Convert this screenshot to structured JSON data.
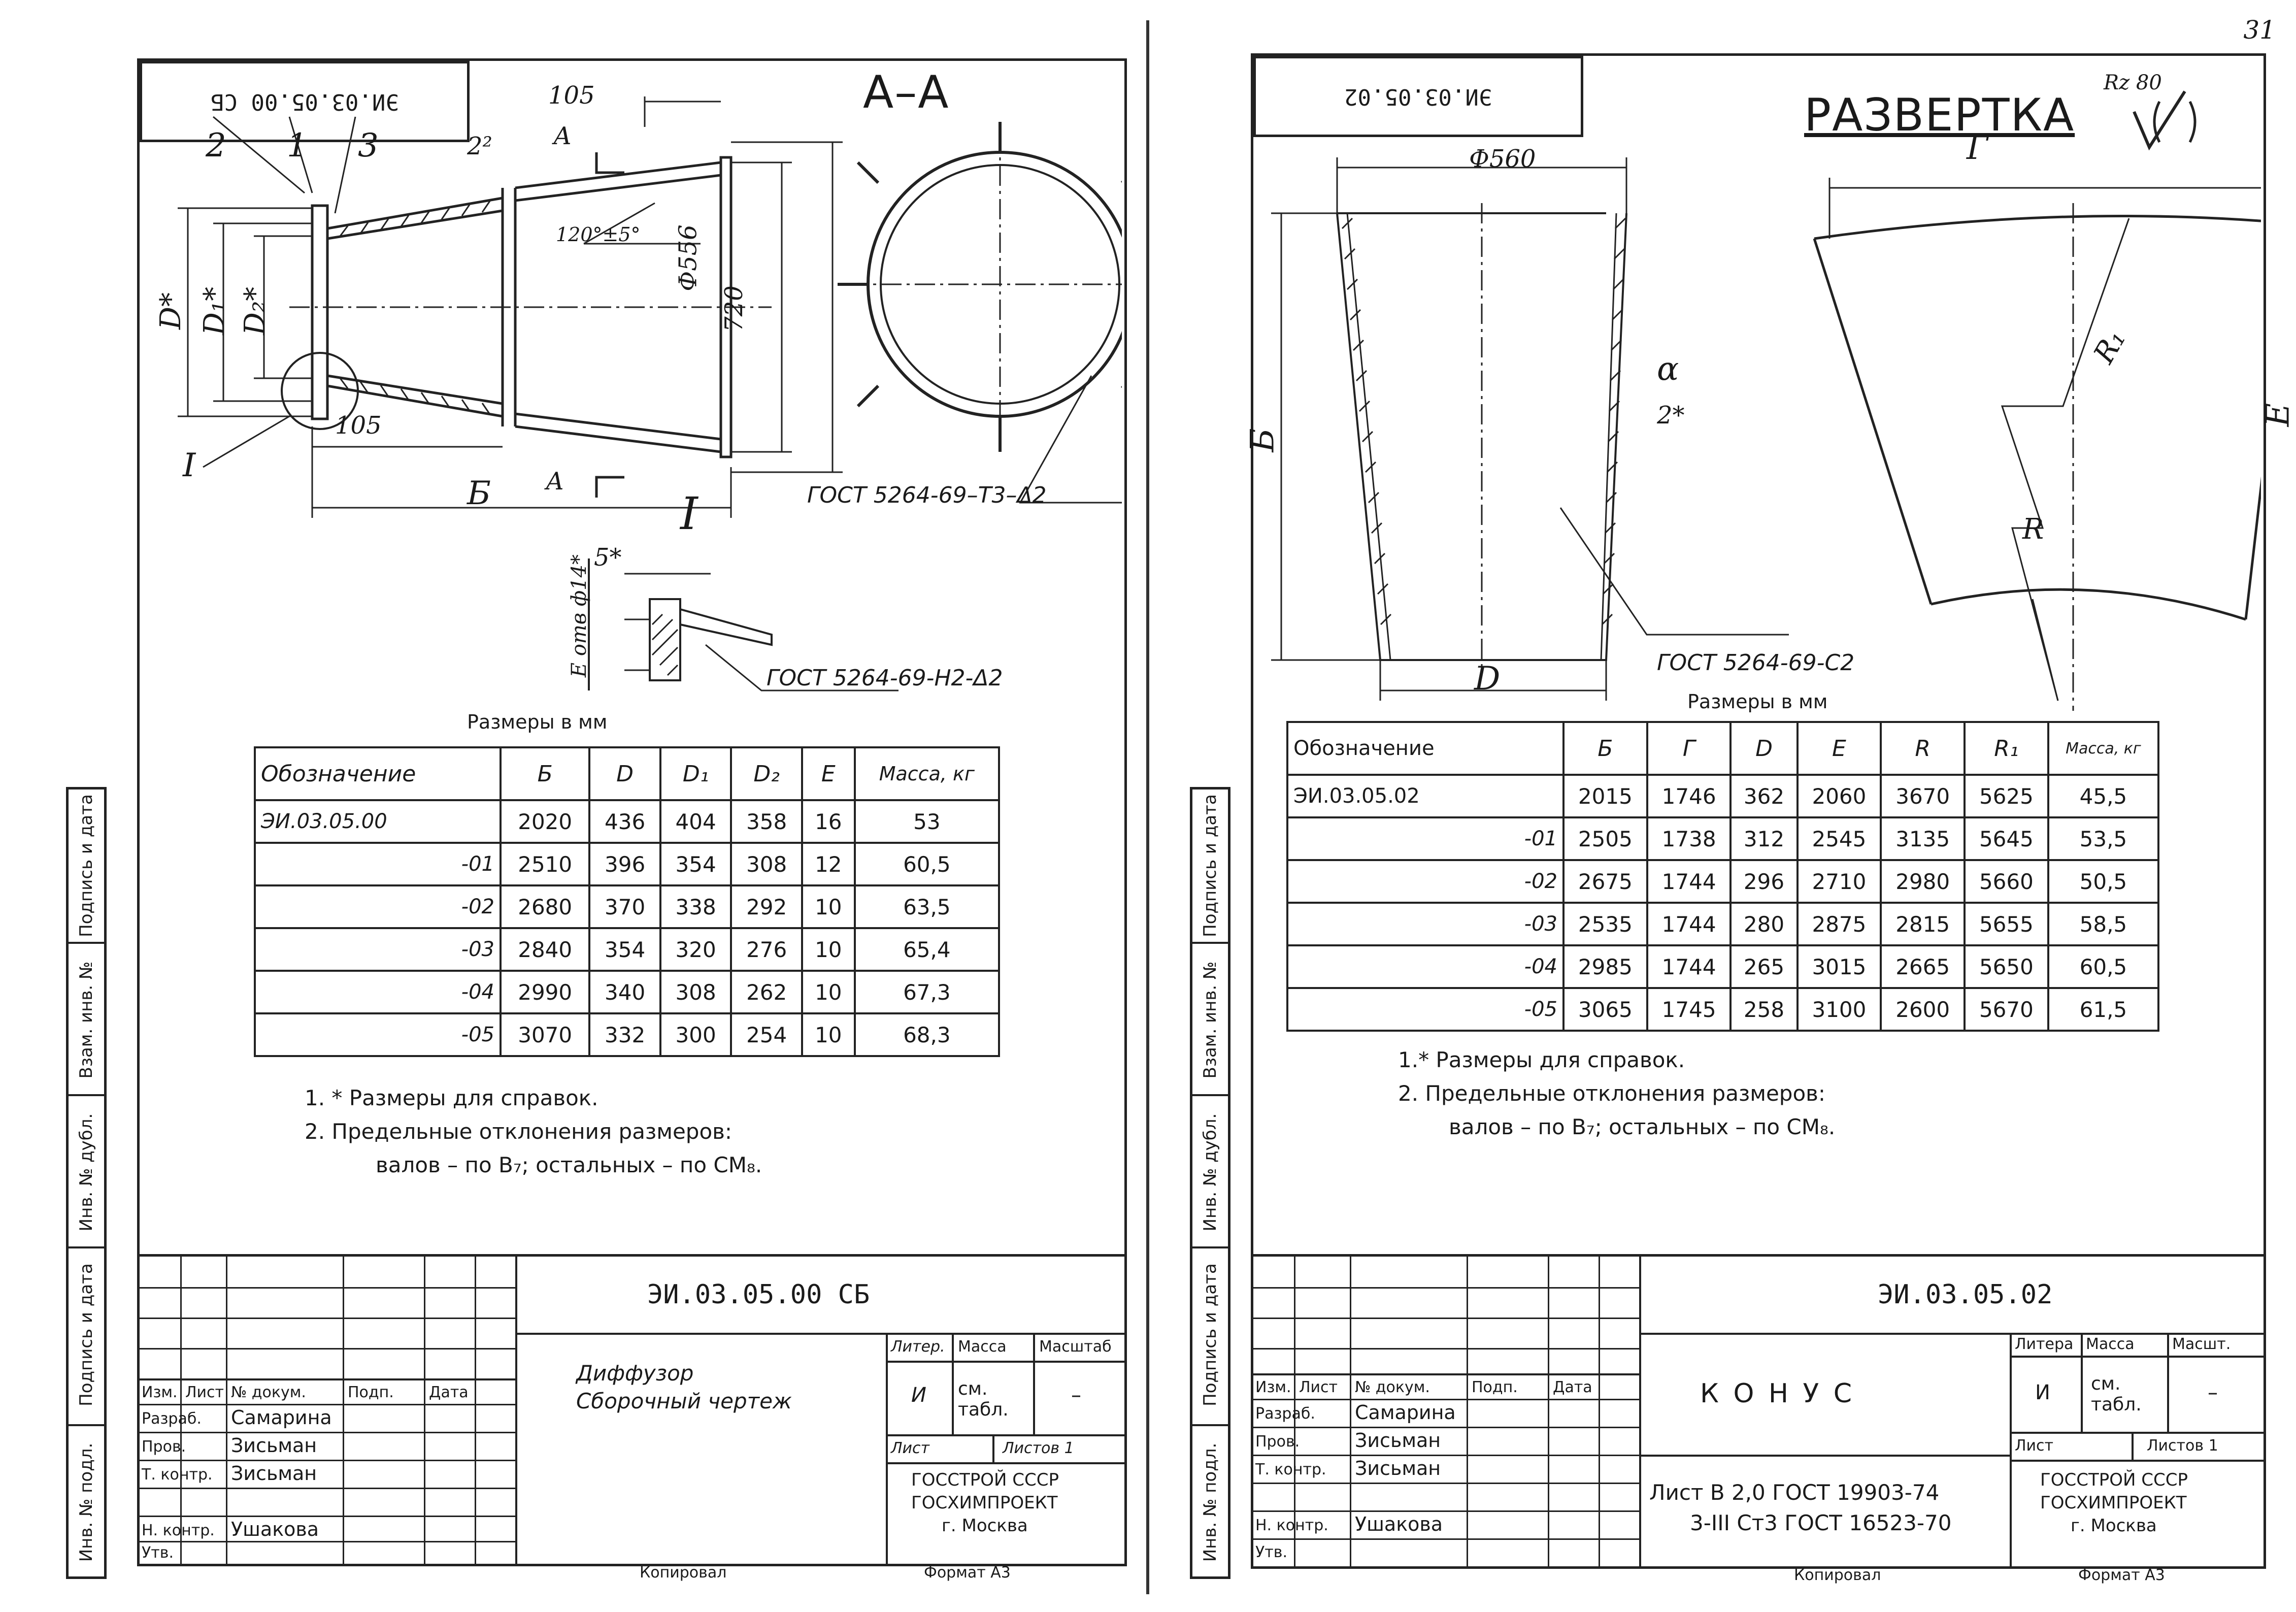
{
  "page_number": "31",
  "side_strip_labels": [
    "Подпись и дата",
    "Взам. инв. №",
    "Инв. № дубл.",
    "Подпись и дата",
    "Инв. № подл."
  ],
  "left": {
    "header_code": "ЭИ.03.05.00 СБ",
    "section_label": "А–А",
    "dims": {
      "d105_top": "105",
      "d105_low": "105",
      "d2": "2²",
      "angle": "120°±5°",
      "dia556": "Ф556",
      "dia720": "720",
      "D": "D*",
      "D1": "D₁*",
      "D2": "D₂*",
      "B": "Б",
      "A_top": "А",
      "A_low": "А",
      "I_label": "I",
      "view_I": "I",
      "five": "5*",
      "E_holes": "Е отв ф14*",
      "callout2": "2",
      "callout1": "1",
      "callout3": "3"
    },
    "weld_refs": {
      "main": "ГОСТ 5264-69–Т3–Δ2",
      "detail": "ГОСТ 5264-69-Н2-Δ2"
    },
    "units": "Размеры в мм",
    "table": {
      "headers": [
        "Обозначение",
        "Б",
        "D",
        "D₁",
        "D₂",
        "Е",
        "Масса, кг"
      ],
      "rows": [
        [
          "ЭИ.03.05.00",
          "2020",
          "436",
          "404",
          "358",
          "16",
          "53"
        ],
        [
          "-01",
          "2510",
          "396",
          "354",
          "308",
          "12",
          "60,5"
        ],
        [
          "-02",
          "2680",
          "370",
          "338",
          "292",
          "10",
          "63,5"
        ],
        [
          "-03",
          "2840",
          "354",
          "320",
          "276",
          "10",
          "65,4"
        ],
        [
          "-04",
          "2990",
          "340",
          "308",
          "262",
          "10",
          "67,3"
        ],
        [
          "-05",
          "3070",
          "332",
          "300",
          "254",
          "10",
          "68,3"
        ]
      ]
    },
    "notes": [
      "1. * Размеры для справок.",
      "2. Предельные отклонения размеров:",
      "валов – по В₇; остальных – по СМ₈."
    ],
    "title_block": {
      "designation": "ЭИ.03.05.00 СБ",
      "name_line1": "Диффузор",
      "name_line2": "Сборочный чертеж",
      "col_headers": [
        "Изм.",
        "Лист",
        "№ докум.",
        "Подп.",
        "Дата"
      ],
      "roles": [
        "Разраб.",
        "Пров.",
        "Т. контр.",
        "",
        "Н. контр.",
        "Утв."
      ],
      "names": [
        "Самарина",
        "Зисьман",
        "Зисьман",
        "",
        "Ушакова",
        ""
      ],
      "litera_label": "Литер.",
      "mass_label": "Масса",
      "scale_label": "Масштаб",
      "litera_value": "И",
      "mass_value": "см. табл.",
      "scale_value": "–",
      "sheet_label": "Лист",
      "sheets_label": "Листов 1",
      "org1": "ГОССТРОЙ СССР",
      "org2": "ГОСХИМПРОЕКТ",
      "org3": "г. Москва"
    },
    "footer_copied": "Копировал",
    "footer_format": "Формат А3"
  },
  "right": {
    "header_code": "ЭИ.03.05.02",
    "section_label": "РАЗВЕРТКА",
    "roughness": "Rz 80",
    "dims": {
      "dia560": "Ф560",
      "B": "Б",
      "D": "D",
      "G": "Г",
      "E": "Е",
      "R": "R",
      "R1": "R₁",
      "two": "2*",
      "angle_mark": "α"
    },
    "weld_ref": "ГОСТ 5264-69-С2",
    "units": "Размеры в мм",
    "table": {
      "headers": [
        "Обозначение",
        "Б",
        "Г",
        "D",
        "Е",
        "R",
        "R₁",
        "Масса, кг"
      ],
      "rows": [
        [
          "ЭИ.03.05.02",
          "2015",
          "1746",
          "362",
          "2060",
          "3670",
          "5625",
          "45,5"
        ],
        [
          "-01",
          "2505",
          "1738",
          "312",
          "2545",
          "3135",
          "5645",
          "53,5"
        ],
        [
          "-02",
          "2675",
          "1744",
          "296",
          "2710",
          "2980",
          "5660",
          "50,5"
        ],
        [
          "-03",
          "2535",
          "1744",
          "280",
          "2875",
          "2815",
          "5655",
          "58,5"
        ],
        [
          "-04",
          "2985",
          "1744",
          "265",
          "3015",
          "2665",
          "5650",
          "60,5"
        ],
        [
          "-05",
          "3065",
          "1745",
          "258",
          "3100",
          "2600",
          "5670",
          "61,5"
        ]
      ]
    },
    "notes": [
      "1.* Размеры для справок.",
      "2. Предельные отклонения размеров:",
      "валов – по В₇; остальных – по СМ₈."
    ],
    "title_block": {
      "designation": "ЭИ.03.05.02",
      "name": "К О Н У С",
      "col_headers": [
        "Изм.",
        "Лист",
        "№ докум.",
        "Подп.",
        "Дата"
      ],
      "roles": [
        "Разраб.",
        "Пров.",
        "Т. контр.",
        "",
        "Н. контр.",
        "Утв."
      ],
      "names": [
        "Самарина",
        "Зисьман",
        "Зисьман",
        "",
        "Ушакова",
        ""
      ],
      "material_line1": "Лист В 2,0 ГОСТ 19903-74",
      "material_line2": "3-III Ст3 ГОСТ 16523-70",
      "litera_label": "Литера",
      "mass_label": "Масса",
      "scale_label": "Масшт.",
      "litera_value": "И",
      "mass_value": "см. табл.",
      "scale_value": "–",
      "sheet_label": "Лист",
      "sheets_label": "Листов 1",
      "org1": "ГОССТРОЙ СССР",
      "org2": "ГОСХИМПРОЕКТ",
      "org3": "г. Москва"
    },
    "footer_copied": "Копировал",
    "footer_format": "Формат А3"
  }
}
